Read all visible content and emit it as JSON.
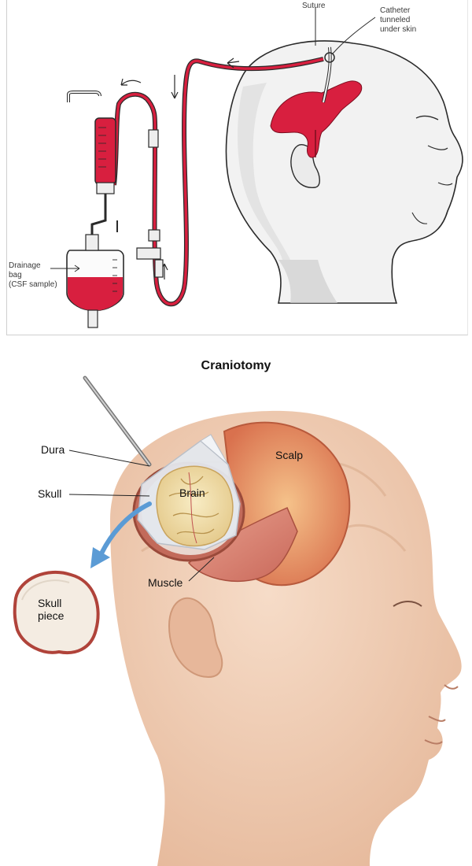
{
  "drainage_figure": {
    "labels": {
      "suture": "Suture",
      "catheter_line1": "Catheter",
      "catheter_line2": "tunneled",
      "catheter_line3": "under skin",
      "bag_line1": "Drainage",
      "bag_line2": "bag",
      "bag_line3": "(CSF sample)"
    },
    "colors": {
      "fluid": "#d81f3f",
      "outline": "#2a2a2a",
      "skin_shade": "#d9d9d9"
    }
  },
  "craniotomy_figure": {
    "title": "Craniotomy",
    "labels": {
      "dura": "Dura",
      "skull": "Skull",
      "brain": "Brain",
      "scalp": "Scalp",
      "muscle": "Muscle",
      "skull_piece_line1": "Skull",
      "skull_piece_line2": "piece"
    },
    "colors": {
      "skin": "#f2d0b8",
      "scalp": "#e8926a",
      "muscle": "#d9806e",
      "brain": "#f1dfae",
      "arrow": "#5b9bd5"
    }
  }
}
